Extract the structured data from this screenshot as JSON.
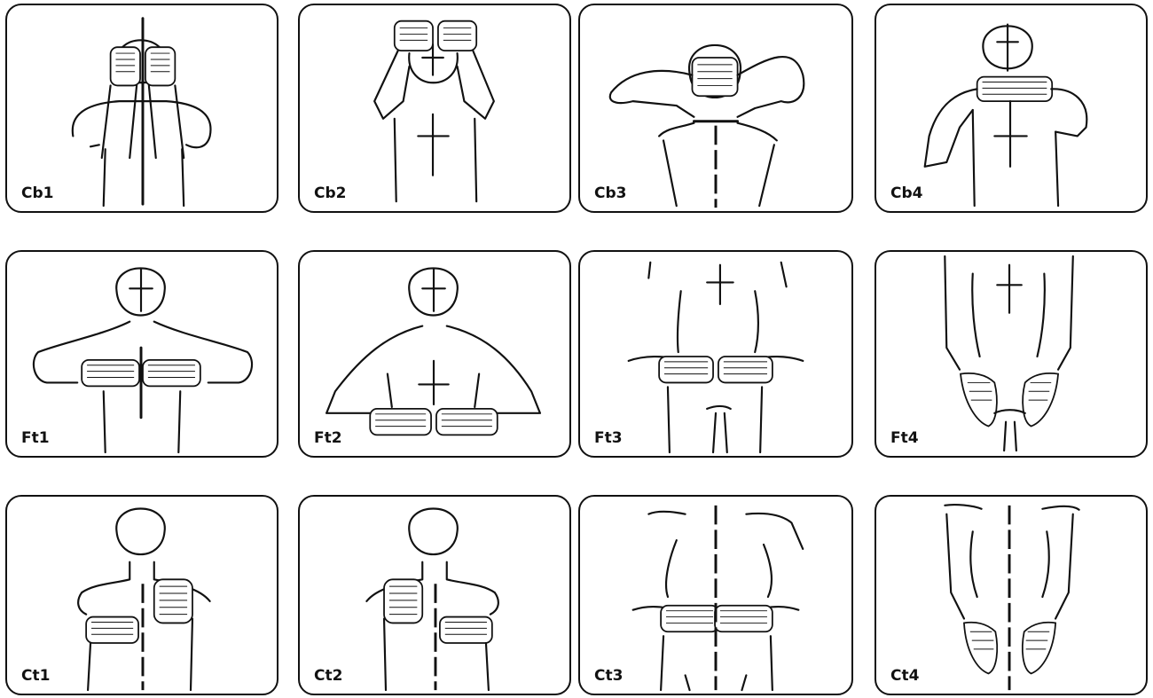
{
  "panels": [
    {
      "id": "cb1",
      "label": "Cb1"
    },
    {
      "id": "cb2",
      "label": "Cb2"
    },
    {
      "id": "cb3",
      "label": "Cb3"
    },
    {
      "id": "cb4",
      "label": "Cb4"
    },
    {
      "id": "ft1",
      "label": "Ft1"
    },
    {
      "id": "ft2",
      "label": "Ft2"
    },
    {
      "id": "ft3",
      "label": "Ft3"
    },
    {
      "id": "ft4",
      "label": "Ft4"
    },
    {
      "id": "ct1",
      "label": "Ct1"
    },
    {
      "id": "ct2",
      "label": "Ct2"
    },
    {
      "id": "ct3",
      "label": "Ct3"
    },
    {
      "id": "ct4",
      "label": "Ct4"
    }
  ]
}
